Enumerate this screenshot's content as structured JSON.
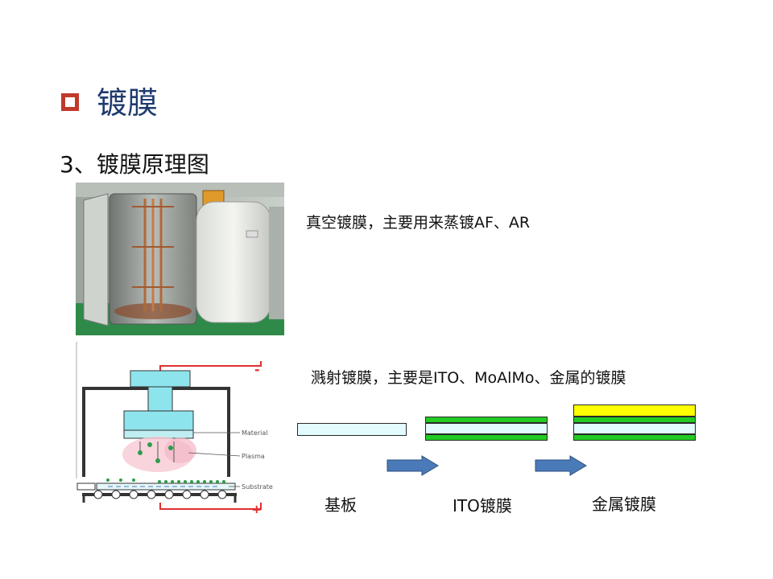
{
  "header": {
    "title": "镀膜",
    "subtitle": "3、镀膜原理图"
  },
  "vacuum": {
    "description": "真空镀膜，主要用来蒸镀AF、AR"
  },
  "sputter": {
    "description": "溅射镀膜，主要是ITO、MoAlMo、金属的镀膜",
    "diagram_labels": {
      "material": "Material",
      "plasma": "Plasma",
      "substrate": "Substrate",
      "minus": "-",
      "plus": "+"
    }
  },
  "stages": {
    "substrate": "基板",
    "ito": "ITO镀膜",
    "metal": "金属镀膜"
  },
  "colors": {
    "substrate": "#e3fbfd",
    "film": "#22cc22",
    "metal": "#ffff00",
    "arrow": "#4a7ab8",
    "bullet": "#c0392b",
    "title": "#1f3b6e"
  }
}
